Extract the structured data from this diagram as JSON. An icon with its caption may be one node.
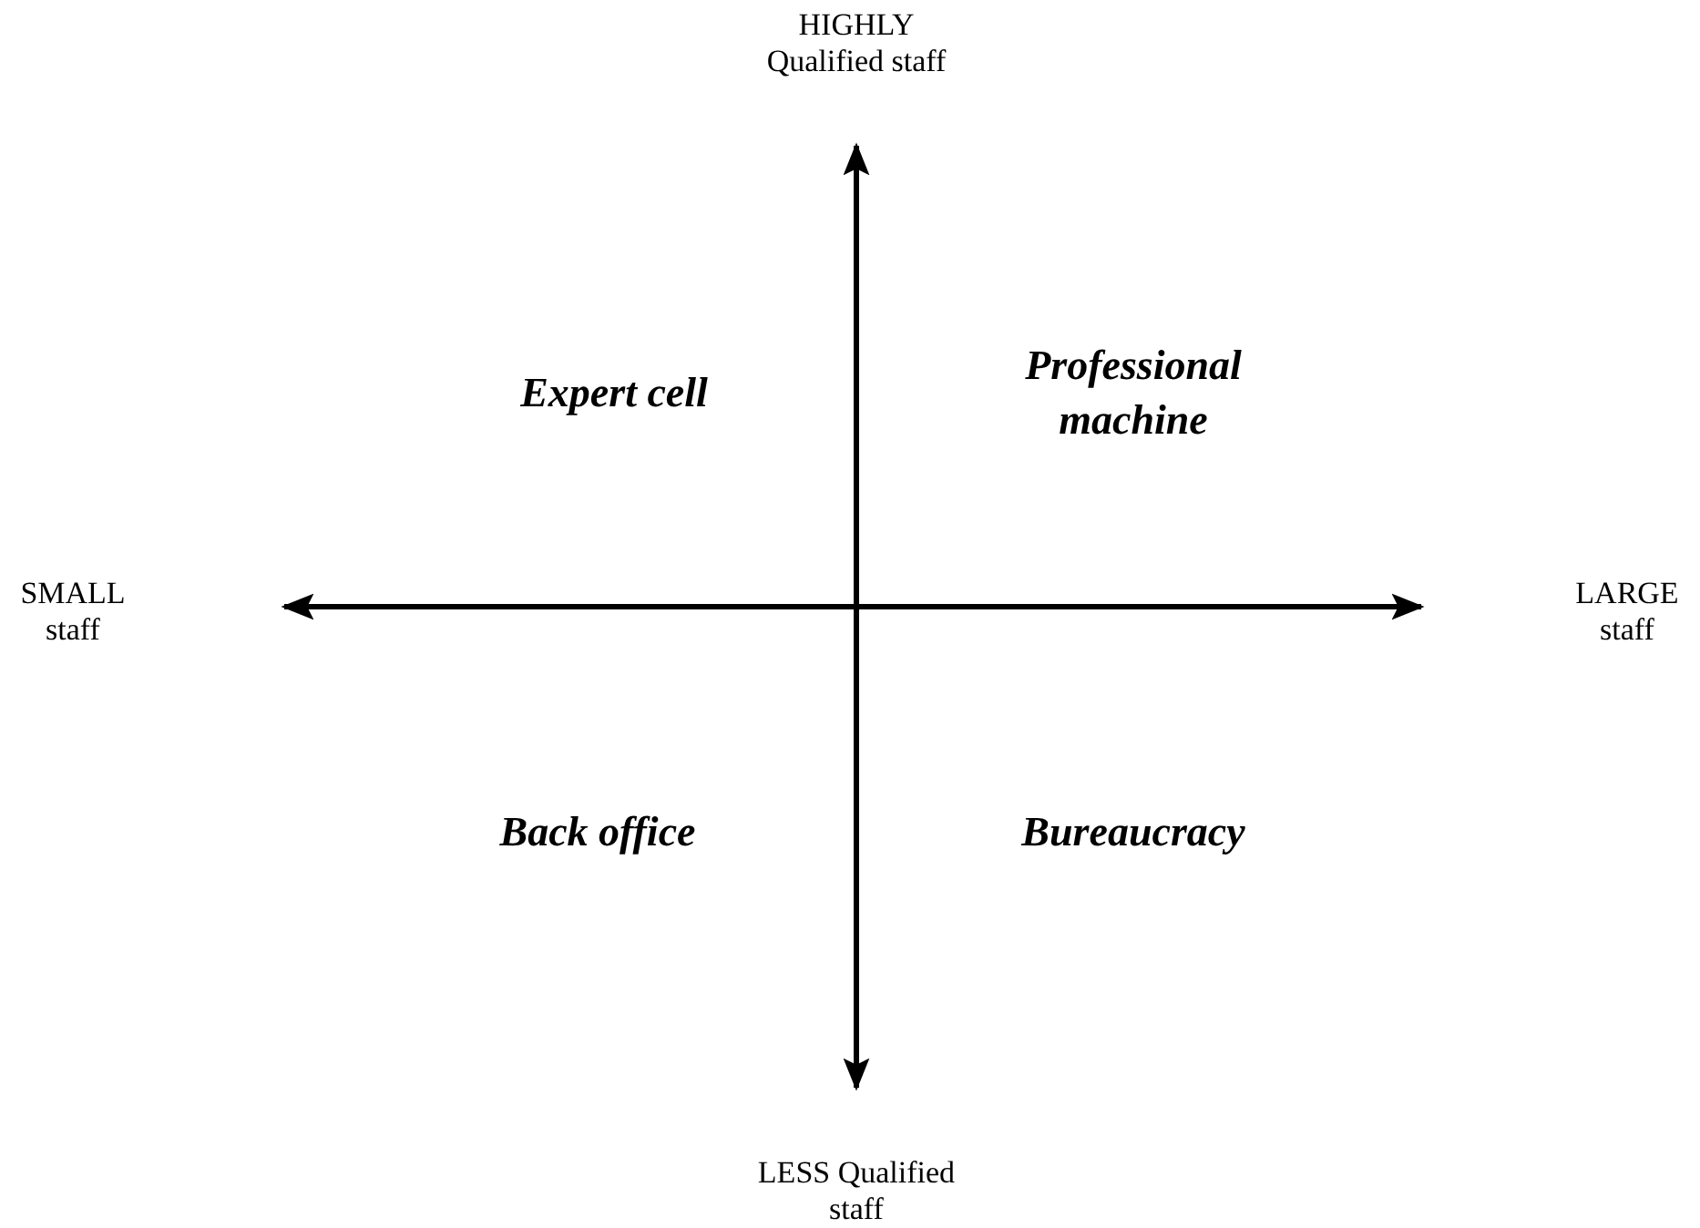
{
  "diagram": {
    "labels": [
      "HIGHLY Qualified staff",
      "Expert cell",
      "Professional machine",
      "SMALL staff",
      "LARGE staff",
      "Back office",
      "Bureaucracy",
      "LESS Qualified staff"
    ]
  }
}
